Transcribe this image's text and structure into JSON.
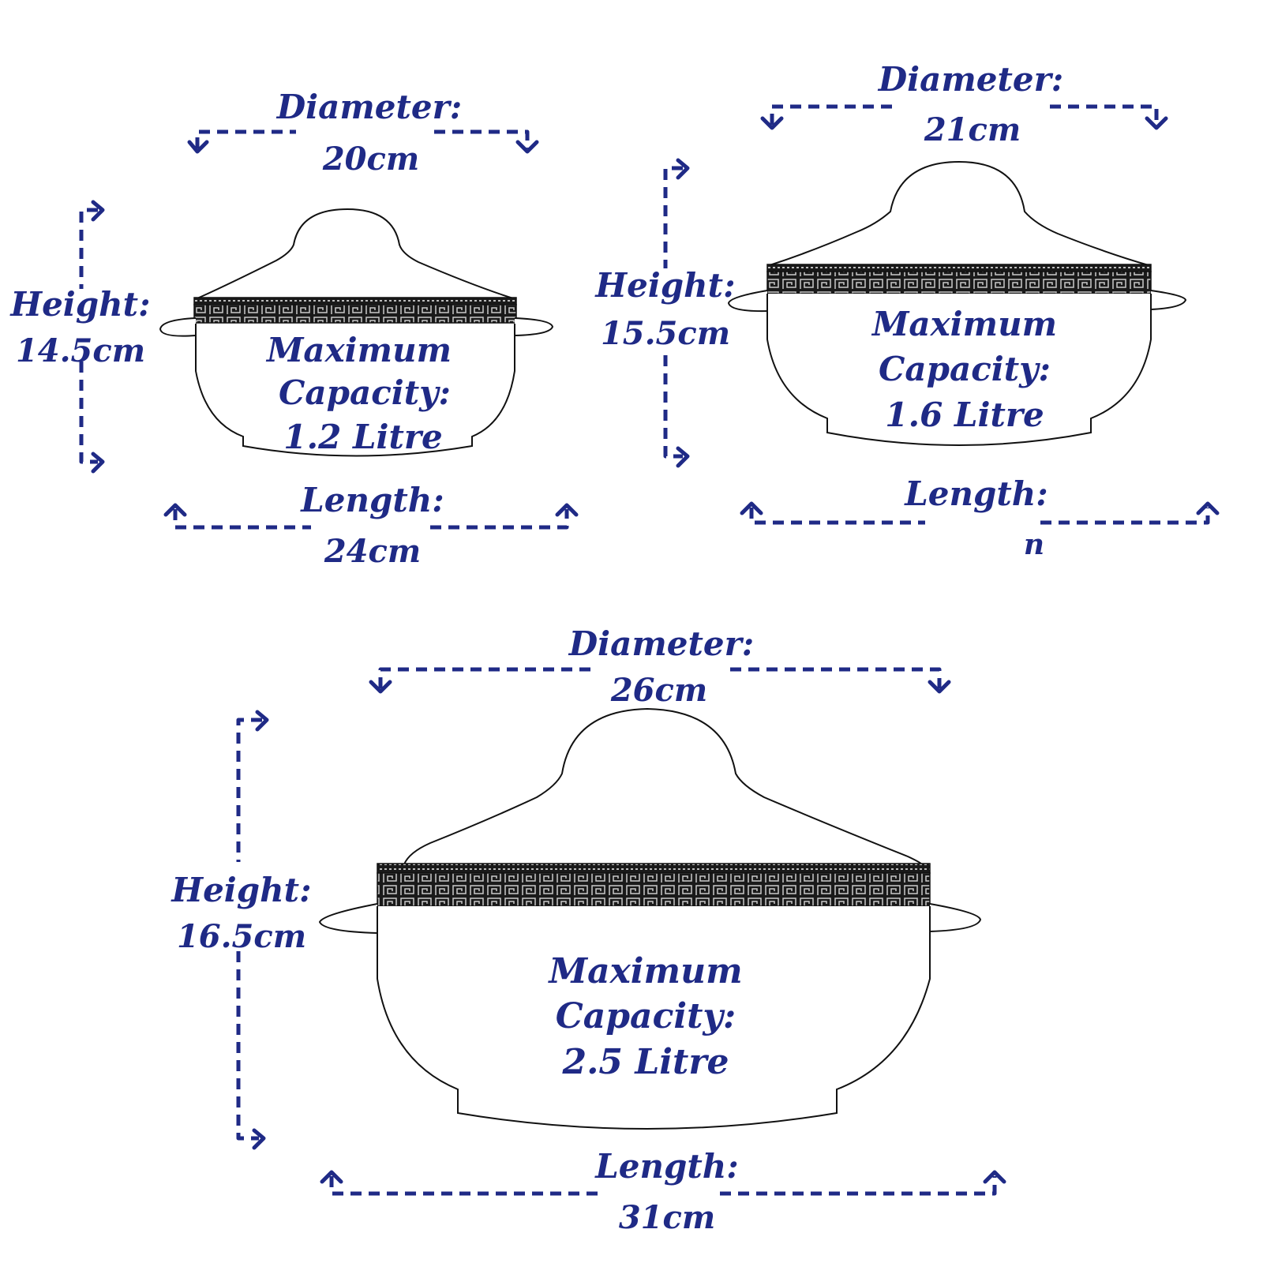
{
  "colors": {
    "annotation": "#1f2a86",
    "outline": "#111111",
    "band": "#1a1a1a",
    "band_pattern": "#c9c9c9"
  },
  "dishes": [
    {
      "diameter_label": "Diameter:",
      "diameter_value": "20cm",
      "height_label": "Height:",
      "height_value": "14.5cm",
      "length_label": "Length:",
      "length_value": "24cm",
      "capacity_line1": "Maximum",
      "capacity_line2": "Capacity:",
      "capacity_line3": "1.2 Litre"
    },
    {
      "diameter_label": "Diameter:",
      "diameter_value": "21cm",
      "height_label": "Height:",
      "height_value": "15.5cm",
      "length_label": "Length:",
      "length_value": "n",
      "capacity_line1": "Maximum",
      "capacity_line2": "Capacity:",
      "capacity_line3": "1.6 Litre"
    },
    {
      "diameter_label": "Diameter:",
      "diameter_value": "26cm",
      "height_label": "Height:",
      "height_value": "16.5cm",
      "length_label": "Length:",
      "length_value": "31cm",
      "capacity_line1": "Maximum",
      "capacity_line2": "Capacity:",
      "capacity_line3": "2.5 Litre"
    }
  ]
}
